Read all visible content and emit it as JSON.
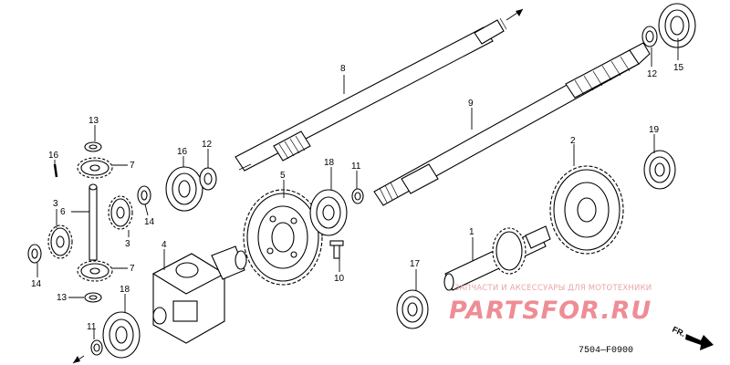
{
  "diagram": {
    "code": "7504—F0900",
    "direction_label": "FR.",
    "watermark": {
      "tagline": "ЗАПЧАСТИ И АКСЕССУАРЫ ДЛЯ МОТОТЕХНИКИ",
      "logo": "PARTSFOR.RU"
    },
    "callouts": [
      "1",
      "2",
      "3",
      "3",
      "4",
      "5",
      "6",
      "7",
      "7",
      "8",
      "9",
      "10",
      "11",
      "11",
      "12",
      "12",
      "13",
      "13",
      "14",
      "14",
      "15",
      "16",
      "16",
      "17",
      "18",
      "18",
      "19"
    ]
  },
  "colors": {
    "ink": "#000000",
    "watermark": "#ee8d95"
  }
}
